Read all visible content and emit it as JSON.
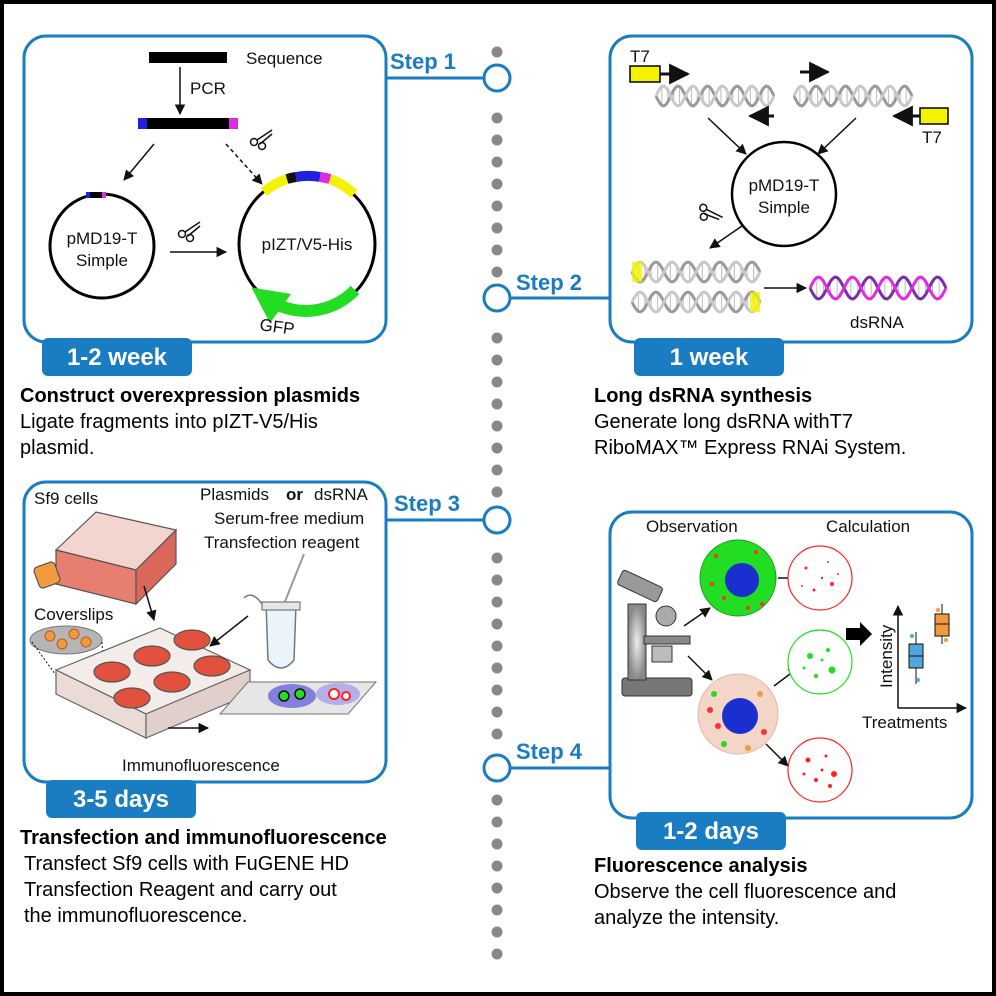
{
  "steps": {
    "s1": "Step 1",
    "s2": "Step 2",
    "s3": "Step 3",
    "s4": "Step 4"
  },
  "panel1": {
    "sequence": "Sequence",
    "pcr": "PCR",
    "vector_line1": "pMD19-T",
    "vector_line2": "Simple",
    "plasmid": "pIZT/V5-His",
    "gfp": "GFP",
    "duration": "1-2 week",
    "heading": "Construct overexpression plasmids",
    "desc_line1": "Ligate fragments into pIZT-V5/His",
    "desc_line2": "plasmid."
  },
  "panel2": {
    "t7_left": "T7",
    "t7_right": "T7",
    "vector_line1": "pMD19-T",
    "vector_line2": "Simple",
    "dsrna": "dsRNA",
    "duration": "1 week",
    "heading": "Long dsRNA synthesis",
    "desc_line1": "Generate long dsRNA withT7",
    "desc_line2": "RiboMAX™ Express RNAi System."
  },
  "panel3": {
    "cells": "Sf9 cells",
    "reagent_a": "Plasmids",
    "reagent_or": "or",
    "reagent_b": "dsRNA",
    "medium": "Serum-free medium",
    "transfection": "Transfection reagent",
    "coverslips": "Coverslips",
    "immuno": "Immunofluorescence",
    "duration": "3-5 days",
    "heading": "Transfection and immunofluorescence",
    "desc_line1": "Transfect Sf9 cells with FuGENE HD",
    "desc_line2": "Transfection Reagent and carry out",
    "desc_line3": "the immunofluorescence."
  },
  "panel4": {
    "observation": "Observation",
    "calculation": "Calculation",
    "ylabel": "Intensity",
    "xlabel": "Treatments",
    "duration": "1-2 days",
    "heading": "Fluorescence analysis",
    "desc_line1": "Observe the cell fluorescence and",
    "desc_line2": "analyze the intensity."
  },
  "colors": {
    "accent_blue": "#1a7cc1",
    "green": "#22dd22",
    "red": "#e0332a",
    "nucleus": "#1a2fd0",
    "yellow": "#f3f300",
    "magenta": "#e02ae0"
  }
}
